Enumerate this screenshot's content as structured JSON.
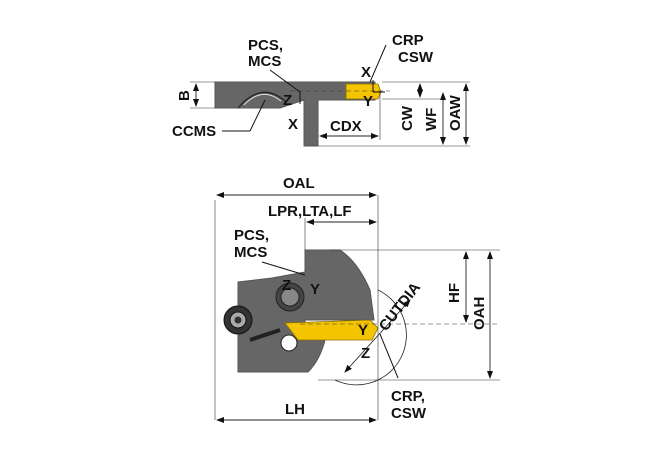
{
  "top_view": {
    "labels": {
      "pcs_mcs_1": "PCS,",
      "pcs_mcs_2": "MCS",
      "crp": "CRP",
      "csw": "CSW",
      "x_top": "X",
      "y_top": "Y",
      "z": "Z",
      "x_left": "X",
      "b": "B",
      "ccms": "CCMS",
      "cdx": "CDX",
      "cw": "CW",
      "wf": "WF",
      "oaw": "OAW"
    }
  },
  "side_view": {
    "labels": {
      "oal": "OAL",
      "lpr": "LPR,LTA,LF",
      "pcs_mcs_1": "PCS,",
      "pcs_mcs_2": "MCS",
      "z": "Z",
      "y": "Y",
      "cutdia": "CUTDIA",
      "hf": "HF",
      "oah": "OAH",
      "y_tip": "Y",
      "z_tip": "Z",
      "lh": "LH",
      "crp": "CRP,",
      "csw": "CSW"
    }
  },
  "colors": {
    "body": "#666666",
    "insert": "#f4c400"
  }
}
